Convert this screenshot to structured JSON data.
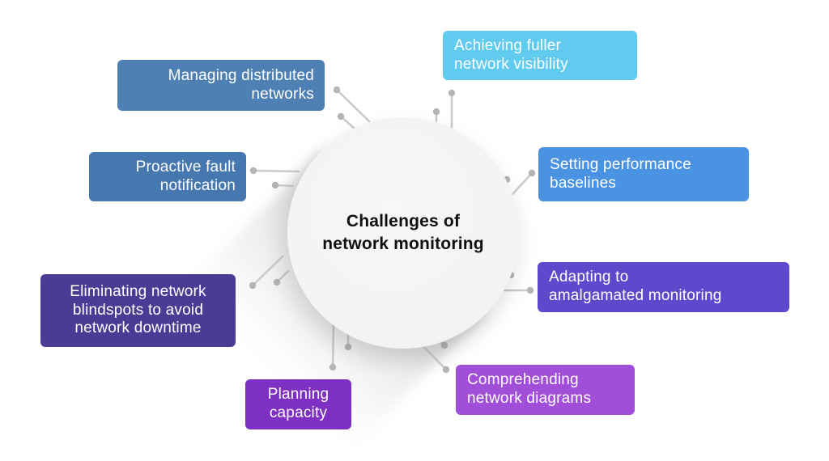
{
  "diagram": {
    "center": {
      "label": "Challenges of\nnetwork monitoring",
      "bg": "#f5f5f6",
      "text_color": "#0f0f0f"
    },
    "nodes": [
      {
        "id": "managing-distributed-networks",
        "label": "Managing distributed\nnetworks",
        "color": "#4f80b4",
        "text_color": "#ffffff"
      },
      {
        "id": "achieving-fuller-network-visibility",
        "label": "Achieving fuller\nnetwork visibility",
        "color": "#60cbee",
        "text_color": "#ffffff"
      },
      {
        "id": "proactive-fault-notification",
        "label": "Proactive fault\nnotification",
        "color": "#4678af",
        "text_color": "#ffffff"
      },
      {
        "id": "setting-performance-baselines",
        "label": "Setting performance\nbaselines",
        "color": "#4a93e2",
        "text_color": "#ffffff"
      },
      {
        "id": "eliminating-network-blindspots",
        "label": "Eliminating network\nblindspots to avoid\nnetwork downtime",
        "color": "#4a3b94",
        "text_color": "#ffffff"
      },
      {
        "id": "adapting-to-amalgamated-monitoring",
        "label": "Adapting to\namalgamated monitoring",
        "color": "#5c49cb",
        "text_color": "#ffffff"
      },
      {
        "id": "planning-capacity",
        "label": "Planning\ncapacity",
        "color": "#7d30c1",
        "text_color": "#ffffff"
      },
      {
        "id": "comprehending-network-diagrams",
        "label": "Comprehending\nnetwork diagrams",
        "color": "#a14ed9",
        "text_color": "#ffffff"
      }
    ],
    "connector_color": "#cbcbcb",
    "dot_color": "#b5b5b6",
    "background": "#ffffff"
  }
}
